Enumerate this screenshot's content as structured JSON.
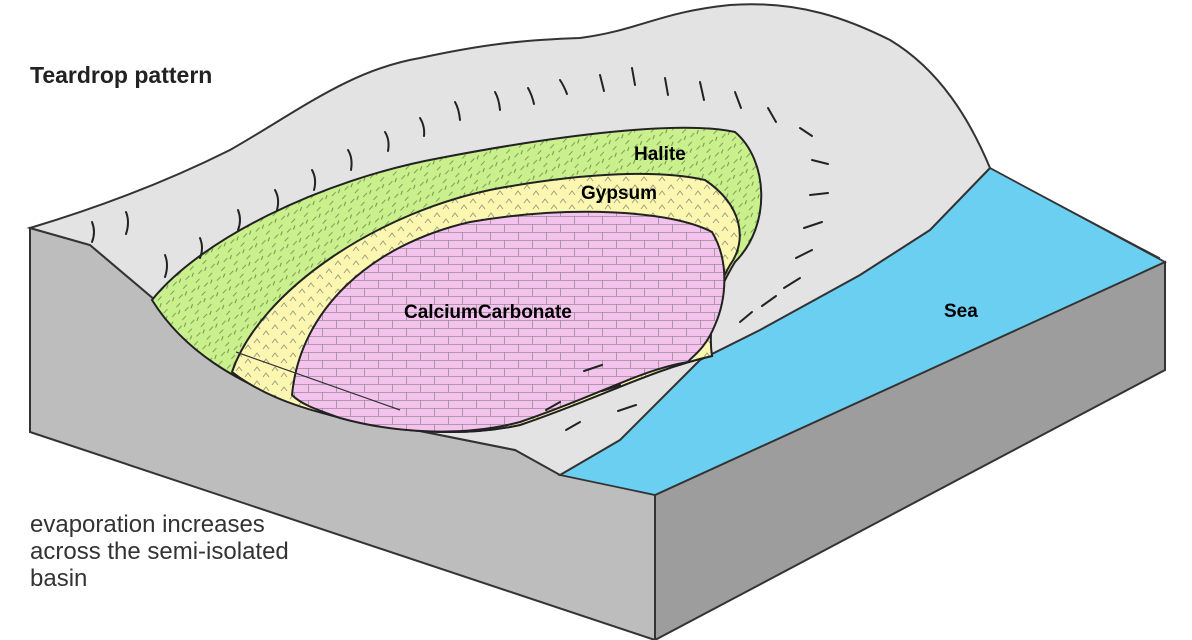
{
  "title": "Teardrop pattern",
  "labels": {
    "halite": "Halite",
    "gypsum": "Gypsum",
    "calcium_carbonate": "CalciumCarbonate",
    "sea": "Sea"
  },
  "caption": {
    "line1": "evaporation increases",
    "line2": "across the semi-isolated",
    "line3": "basin"
  },
  "colors": {
    "land_top": "#e3e3e3",
    "block_side_left": "#bdbdbd",
    "block_side_front": "#9d9d9d",
    "halite": "#c9f08c",
    "gypsum": "#fbf7b1",
    "calcium_carbonate": "#f3c3ee",
    "sea": "#6bcff2"
  }
}
